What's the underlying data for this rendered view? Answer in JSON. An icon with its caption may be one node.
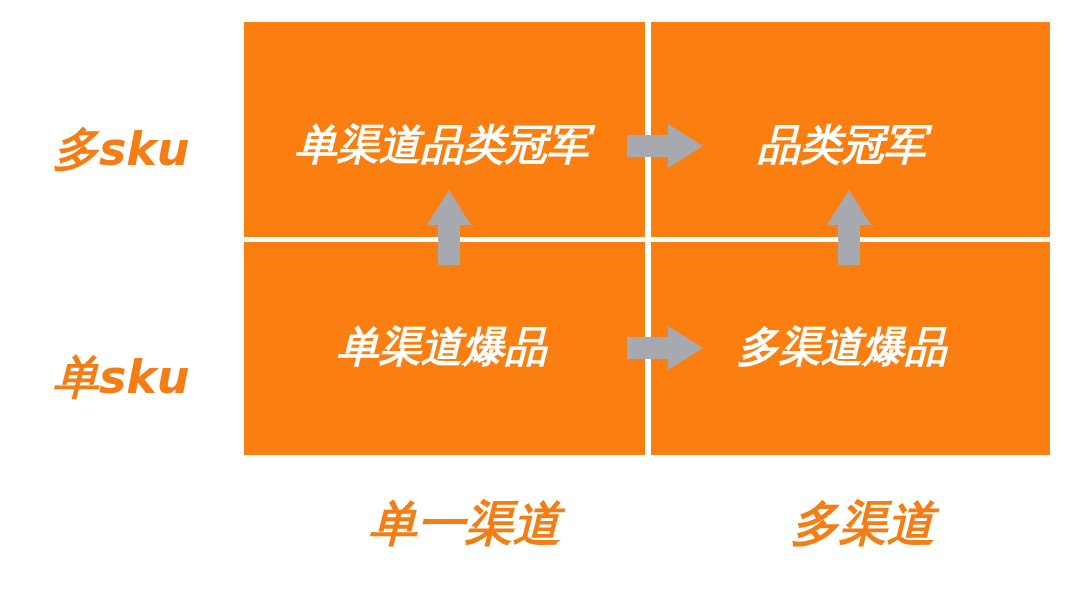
{
  "diagram": {
    "nodes": [
      {
        "text": [
          "单渠道品类冠军"
        ]
      },
      {
        "text": [
          "品类冠军"
        ]
      },
      {
        "text": [
          "单渠道爆品"
        ]
      },
      {
        "text": [
          "多渠道爆品"
        ]
      }
    ],
    "edges": [
      {
        "from": 0,
        "to": 1,
        "arrow": "to"
      },
      {
        "from": 2,
        "to": 0,
        "arrow": "to"
      },
      {
        "from": 2,
        "to": 3,
        "arrow": "to"
      },
      {
        "from": 3,
        "to": 1,
        "arrow": "to"
      }
    ],
    "labels": [
      "多sku",
      "单sku",
      "单一渠道",
      "多渠道"
    ]
  }
}
